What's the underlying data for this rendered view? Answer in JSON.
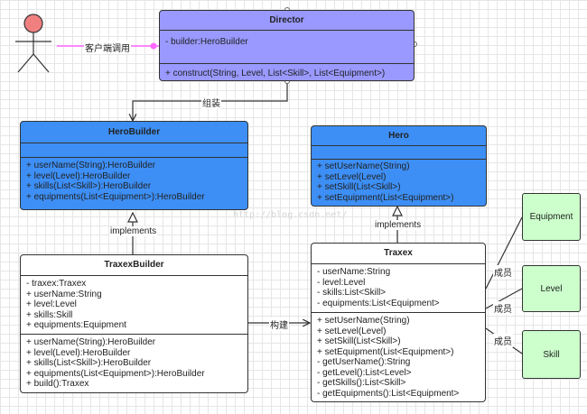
{
  "watermark": "http://blog.csdn.net/",
  "labels": {
    "client_call": "客户端调用",
    "assemble": "组装",
    "implements_builder": "implements",
    "implements_hero": "implements",
    "build": "构建",
    "member_equipment": "成员",
    "member_level": "成员",
    "member_skill": "成员"
  },
  "director": {
    "title": "Director",
    "fields": [
      "- builder:HeroBuilder"
    ],
    "methods": [
      "+ construct(String, Level, List<Skill>, List<Equipment>)"
    ]
  },
  "hero_builder": {
    "title": "HeroBuilder",
    "fields": [],
    "methods": [
      "+ userName(String):HeroBuilder",
      "+ level(Level):HeroBuilder",
      "+ skills(List<Skill>):HeroBuilder",
      "+ equipments(List<Equipment>):HeroBuilder"
    ]
  },
  "hero": {
    "title": "Hero",
    "fields": [],
    "methods": [
      "+ setUserName(String)",
      "+ setLevel(Level)",
      "+ setSkill(List<Skill>)",
      "+ setEquipment(List<Equipment>)"
    ]
  },
  "traxex_builder": {
    "title": "TraxexBuilder",
    "fields": [
      "- traxex:Traxex",
      "+ userName:String",
      "+ level:Level",
      "+ skills:Skill",
      "+ equipments:Equipment"
    ],
    "methods": [
      "+ userName(String):HeroBuilder",
      "+ level(Level):HeroBuilder",
      "+ skills(List<Skill>):HeroBuilder",
      "+ equipments(List<Equipment>):HeroBuilder",
      "+ build():Traxex"
    ]
  },
  "traxex": {
    "title": "Traxex",
    "fields": [
      "- userName:String",
      "- level:Level",
      "- skills:List<Skill>",
      "- equipments:List<Equipment>"
    ],
    "methods": [
      "+ setUserName(String)",
      "+ setLevel(Level)",
      "+ setSkill(List<Skill>)",
      "+ setEquipment(List<Equipment>)",
      "- getUserName():String",
      "- getLevel():List<Level>",
      "- getSkills():List<Skill>",
      "- getEquipments():List<Equipment>"
    ]
  },
  "notes": {
    "equipment": "Equipment",
    "level": "Level",
    "skill": "Skill"
  },
  "colors": {
    "director_fill": "#9999ff",
    "interface_fill": "#3d8ff5",
    "note_fill": "#ccffcc",
    "actor_head": "#f08080",
    "client_link": "#ff66ff"
  }
}
